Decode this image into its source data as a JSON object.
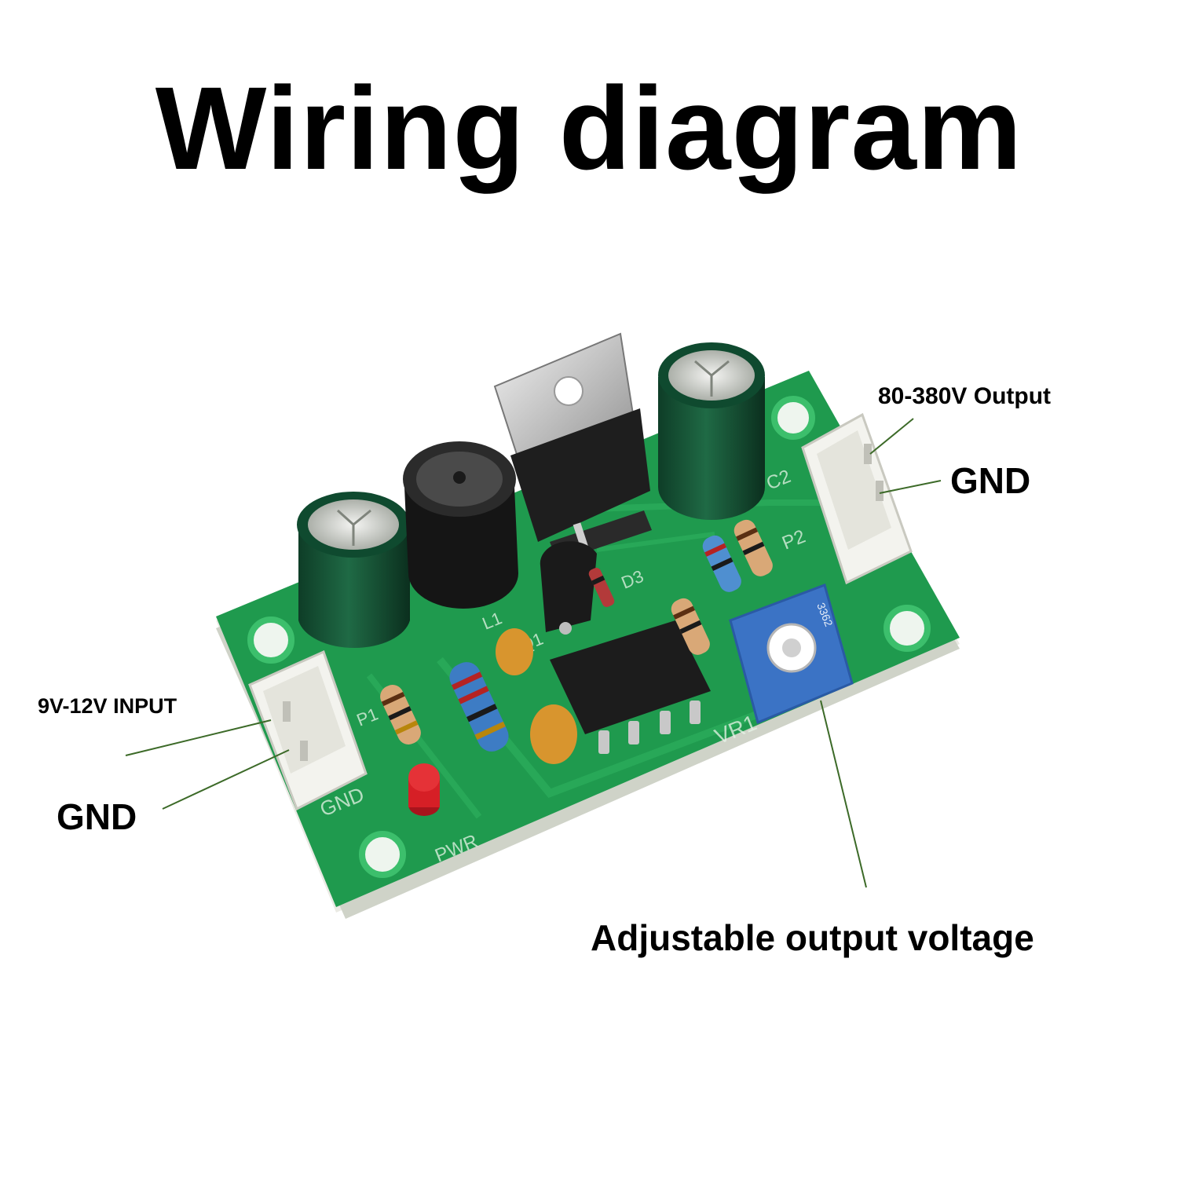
{
  "title": "Wiring diagram",
  "labels": {
    "output": "80-380V Output",
    "gnd_output": "GND",
    "input": "9V-12V INPUT",
    "gnd_input": "GND",
    "adjust": "Adjustable output voltage"
  },
  "silkscreen": {
    "gnd": "GND",
    "pwr": "PWR",
    "p1": "P1",
    "p2": "P2",
    "vr1": "VR1",
    "c2": "C2",
    "l1": "L1",
    "q1": "Q1",
    "d3": "D3",
    "pot_code": "3362"
  },
  "colors": {
    "pcb": "#1f9a4e",
    "leader": "#3c6a28"
  }
}
